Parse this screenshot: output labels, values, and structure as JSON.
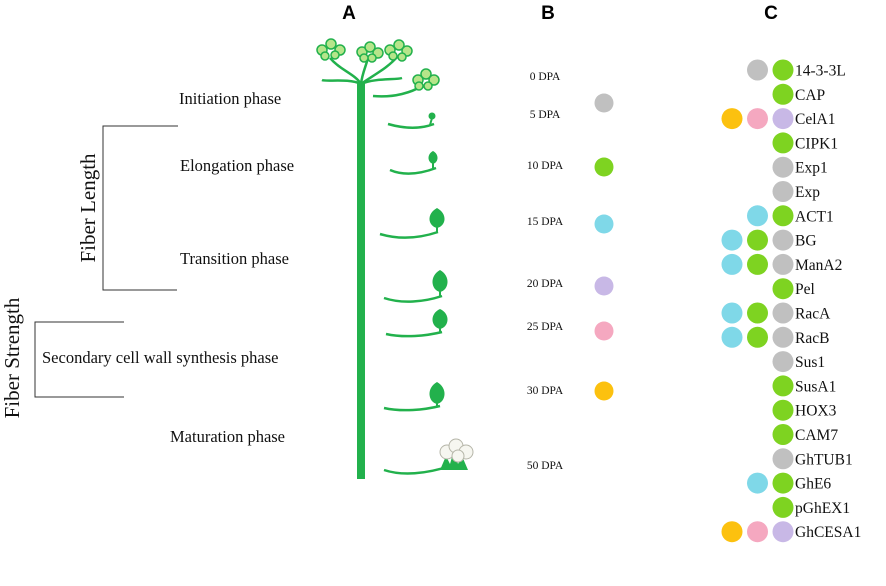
{
  "panels": {
    "a": "A",
    "b": "B",
    "c": "C"
  },
  "phases": [
    {
      "key": "initiation",
      "label": "Initiation phase"
    },
    {
      "key": "elongation",
      "label": "Elongation phase"
    },
    {
      "key": "transition",
      "label": "Transition phase"
    },
    {
      "key": "scw",
      "label": "Secondary cell wall synthesis phase"
    },
    {
      "key": "maturation",
      "label": "Maturation phase"
    }
  ],
  "brackets": {
    "fiber_length": "Fiber Length",
    "fiber_strength": "Fiber Strength"
  },
  "stages": [
    {
      "dpa": "0 DPA",
      "color": null
    },
    {
      "dpa": "5 DPA",
      "color": "gray"
    },
    {
      "dpa": "10 DPA",
      "color": "green"
    },
    {
      "dpa": "15 DPA",
      "color": "cyan"
    },
    {
      "dpa": "20 DPA",
      "color": "lavender"
    },
    {
      "dpa": "25 DPA",
      "color": "pink"
    },
    {
      "dpa": "30 DPA",
      "color": "orange"
    },
    {
      "dpa": "50 DPA",
      "color": null
    }
  ],
  "colors": {
    "gray": "#c0c0c0",
    "green": "#7ed321",
    "cyan": "#7fd8e8",
    "lavender": "#c8b8e6",
    "pink": "#f5a8c0",
    "orange": "#fcc10f",
    "stem": "#22b14c"
  },
  "genes": [
    {
      "name": "14-3-3L",
      "dots": [
        "gray",
        "green"
      ]
    },
    {
      "name": "CAP",
      "dots": [
        "green"
      ]
    },
    {
      "name": "CelA1",
      "dots": [
        "orange",
        "pink",
        "lavender"
      ]
    },
    {
      "name": "CIPK1",
      "dots": [
        "green"
      ]
    },
    {
      "name": "Exp1",
      "dots": [
        "gray"
      ]
    },
    {
      "name": "Exp",
      "dots": [
        "gray"
      ]
    },
    {
      "name": "ACT1",
      "dots": [
        "cyan",
        "green"
      ]
    },
    {
      "name": "BG",
      "dots": [
        "cyan",
        "green",
        "gray"
      ]
    },
    {
      "name": "ManA2",
      "dots": [
        "cyan",
        "green",
        "gray"
      ]
    },
    {
      "name": "Pel",
      "dots": [
        "green"
      ]
    },
    {
      "name": "RacA",
      "dots": [
        "cyan",
        "green",
        "gray"
      ]
    },
    {
      "name": "RacB",
      "dots": [
        "cyan",
        "green",
        "gray"
      ]
    },
    {
      "name": "Sus1",
      "dots": [
        "gray"
      ]
    },
    {
      "name": "SusA1",
      "dots": [
        "green"
      ]
    },
    {
      "name": "HOX3",
      "dots": [
        "green"
      ]
    },
    {
      "name": "CAM7",
      "dots": [
        "green"
      ]
    },
    {
      "name": "GhTUB1",
      "dots": [
        "gray"
      ]
    },
    {
      "name": "GhE6",
      "dots": [
        "cyan",
        "green"
      ]
    },
    {
      "name": "pGhEX1",
      "dots": [
        "green"
      ]
    },
    {
      "name": "GhCESA1",
      "dots": [
        "orange",
        "pink",
        "lavender"
      ]
    }
  ]
}
